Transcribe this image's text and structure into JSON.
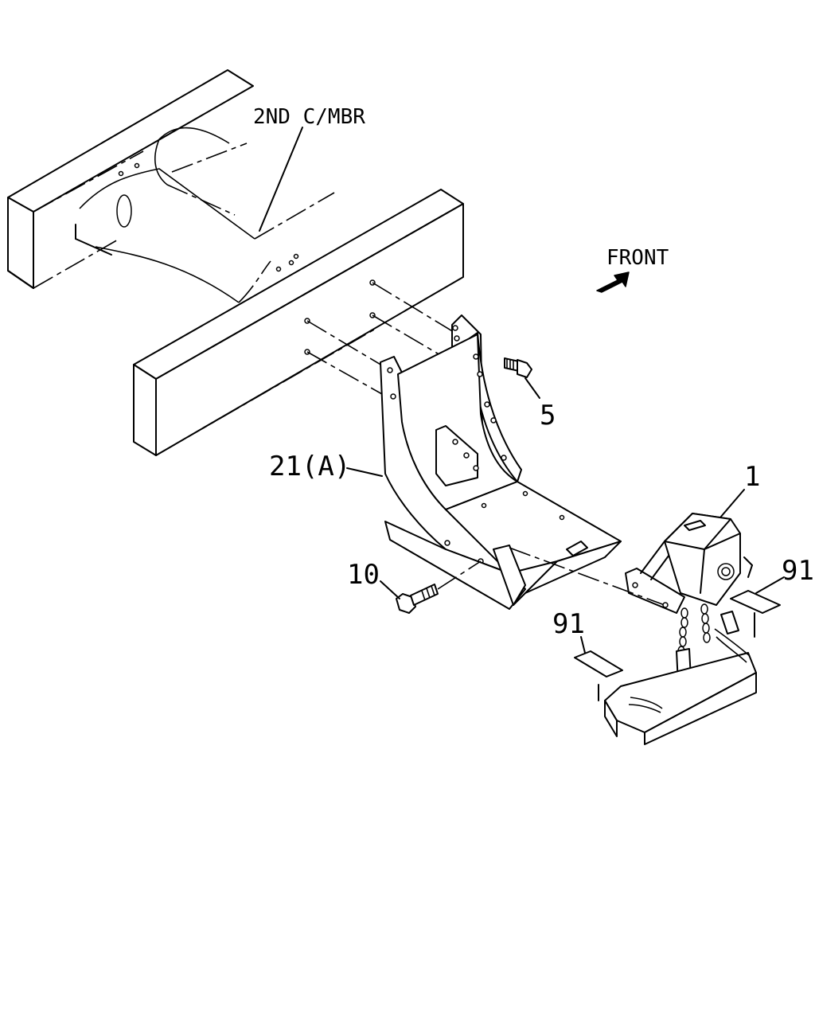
{
  "labels": {
    "crossmember": "2ND C/MBR",
    "front": "FRONT",
    "part_5": "5",
    "part_21a": "21(A)",
    "part_1": "1",
    "part_10": "10",
    "part_91_right": "91",
    "part_91_left": "91"
  },
  "icons": {
    "front_arrow": "front-arrow-icon"
  },
  "colors": {
    "line": "#000000",
    "background": "#ffffff"
  }
}
